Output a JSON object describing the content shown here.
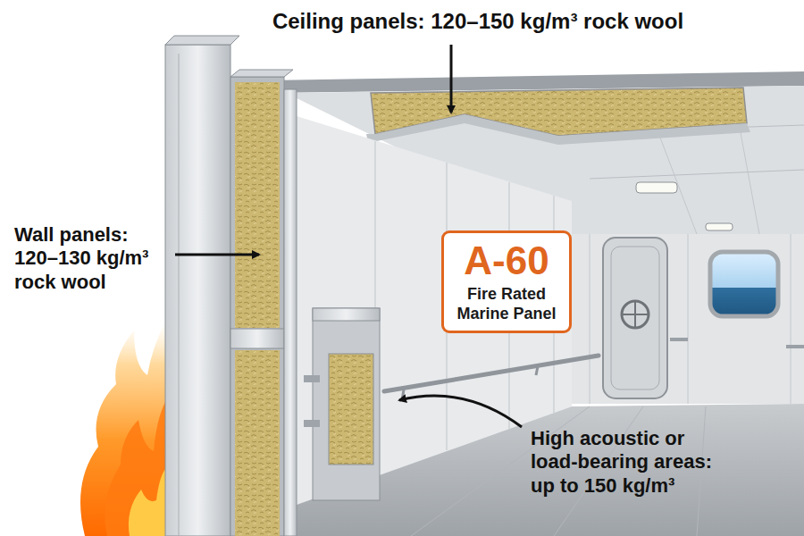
{
  "diagram": {
    "nodes": [
      {
        "text": [
          "A-60",
          "Fire Rated Marine Panel"
        ]
      }
    ],
    "labels": [
      "Ceiling panels: 120–150 kg/m³ rock wool",
      "Wall panels: 120–130 kg/m³ rock wool",
      "High acoustic or load-bearing areas: up to 150 kg/m³"
    ]
  }
}
